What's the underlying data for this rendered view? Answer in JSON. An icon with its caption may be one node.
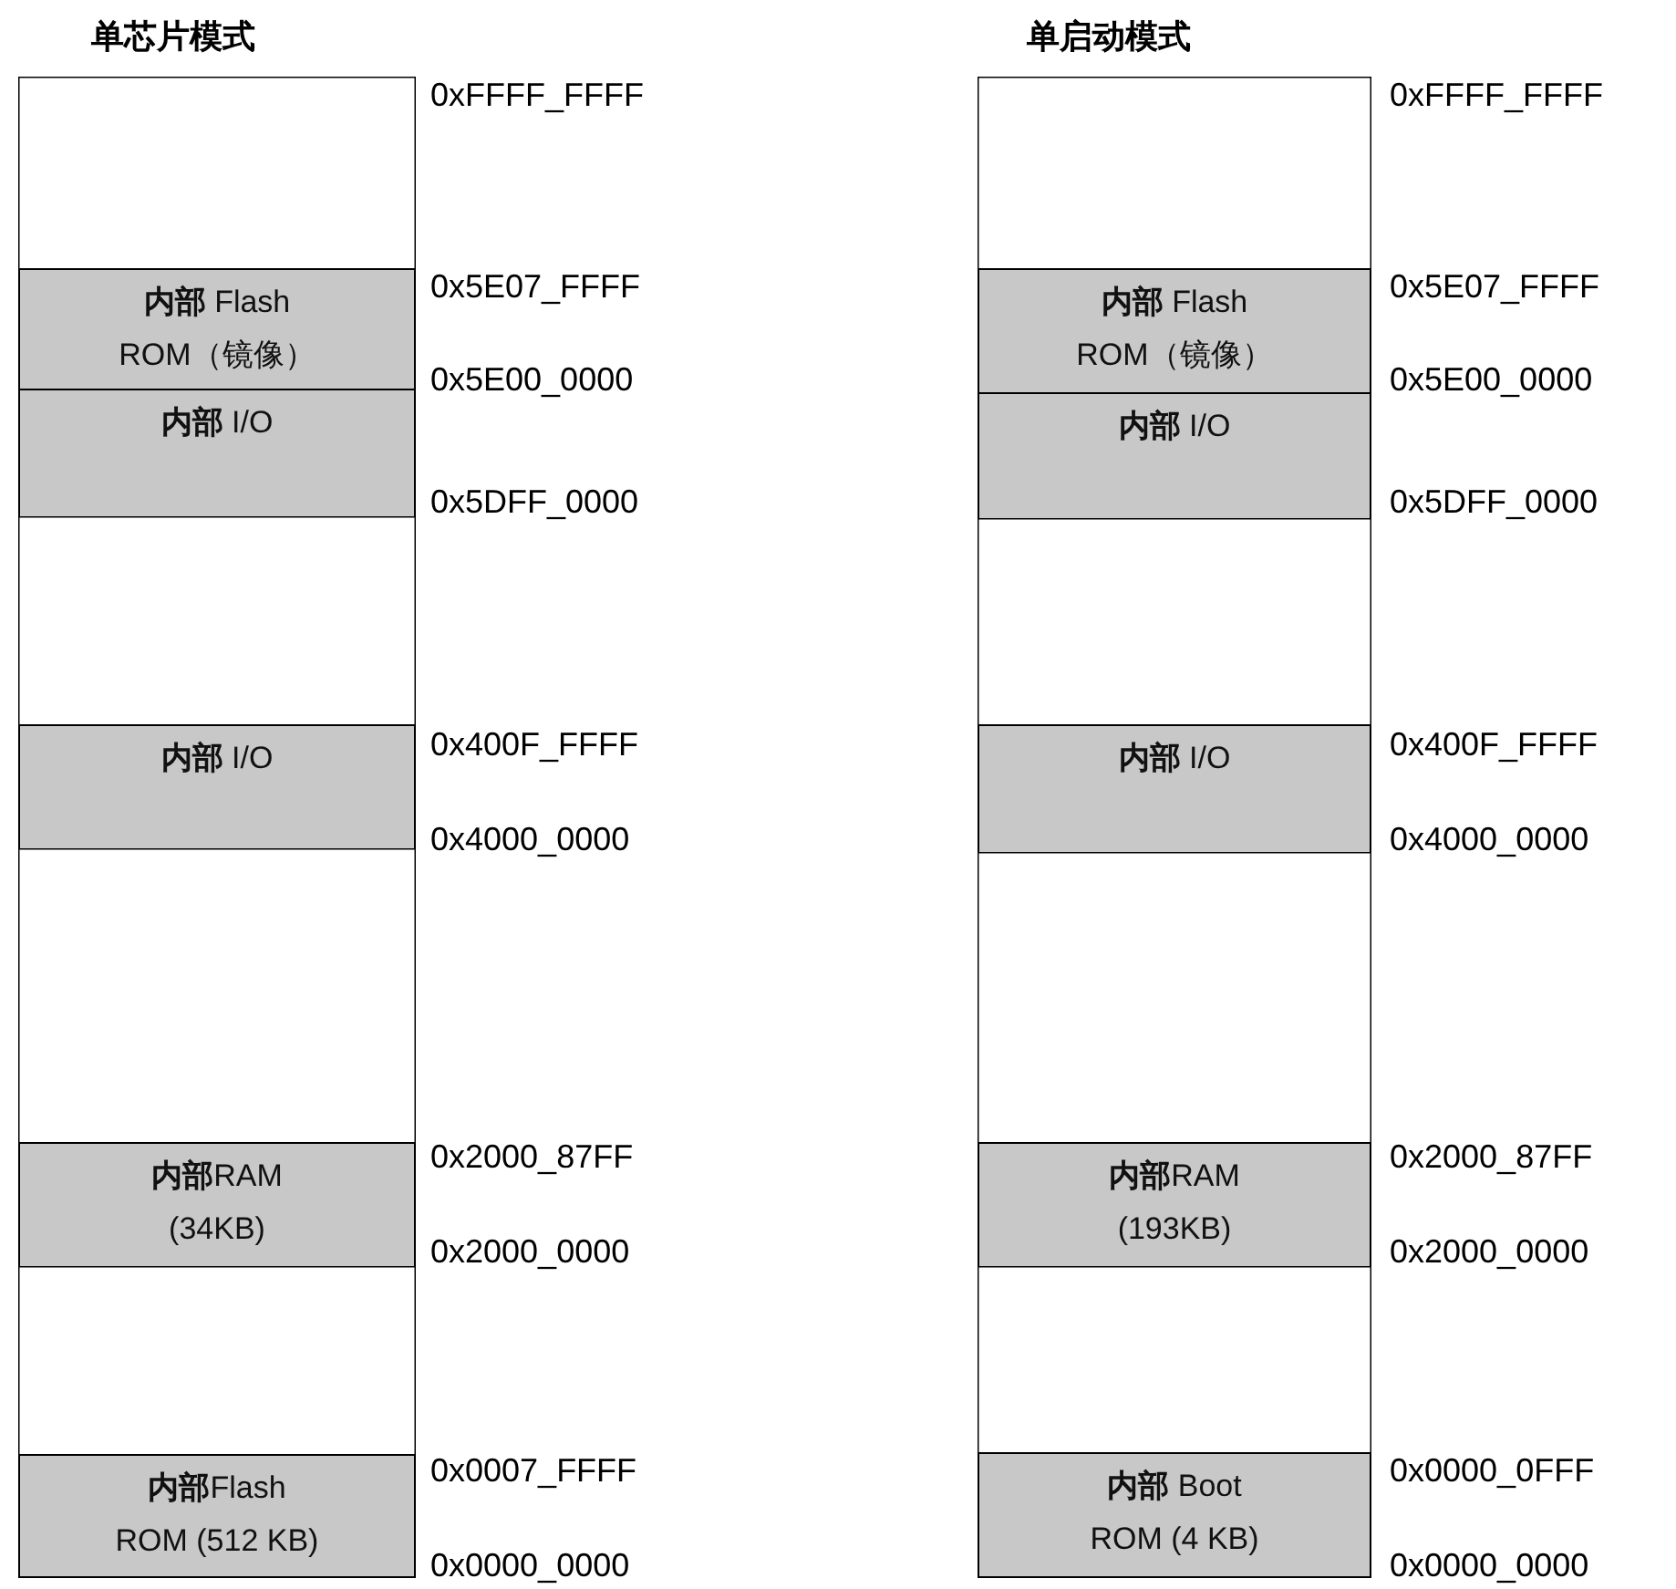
{
  "diagram": {
    "nodes": [
      {
        "text": [
          "单芯片模式"
        ]
      },
      {
        "text": [],
        "shape": "box",
        "in": 0
      },
      {
        "text": [
          "**内部** Flash ROM（镜像）"
        ],
        "in": 0
      },
      {
        "text": [
          "**内部** I/O"
        ],
        "in": 0
      },
      {
        "text": [],
        "shape": "box",
        "in": 0
      },
      {
        "text": [
          "**内部** I/O"
        ],
        "in": 0
      },
      {
        "text": [],
        "shape": "box",
        "in": 0
      },
      {
        "text": [
          "**内部**RAM (34KB)"
        ],
        "in": 0
      },
      {
        "text": [],
        "shape": "box",
        "in": 0
      },
      {
        "text": [
          "**内部**Flash ROM (512 KB)"
        ],
        "in": 0
      },
      {
        "text": [
          "单启动模式"
        ]
      },
      {
        "text": [],
        "shape": "box",
        "in": 10
      },
      {
        "text": [
          "**内部** Flash ROM（镜像）"
        ],
        "in": 10
      },
      {
        "text": [
          "**内部** I/O"
        ],
        "in": 10
      },
      {
        "text": [],
        "shape": "box",
        "in": 10
      },
      {
        "text": [
          "**内部** I/O"
        ],
        "in": 10
      },
      {
        "text": [],
        "shape": "box",
        "in": 10
      },
      {
        "text": [
          "**内部**RAM (193KB)"
        ],
        "in": 10
      },
      {
        "text": [],
        "shape": "box",
        "in": 10
      },
      {
        "text": [
          "**内部** Boot ROM (4 KB)"
        ],
        "in": 10
      }
    ],
    "labels": [
      "0xFFFF_FFFF",
      "0x5E07_FFFF",
      "0x5E00_0000",
      "0x5DFF_0000",
      "0x400F_FFFF",
      "0x4000_0000",
      "0x2000_87FF",
      "0x2000_0000",
      "0x0007_FFFF",
      "0x0000_0000",
      "0xFFFF_FFFF",
      "0x5E07_FFFF",
      "0x5E00_0000",
      "0x5DFF_0000",
      "0x400F_FFFF",
      "0x4000_0000",
      "0x2000_87FF",
      "0x2000_0000",
      "0x0000_0FFF",
      "0x0000_0000"
    ]
  }
}
